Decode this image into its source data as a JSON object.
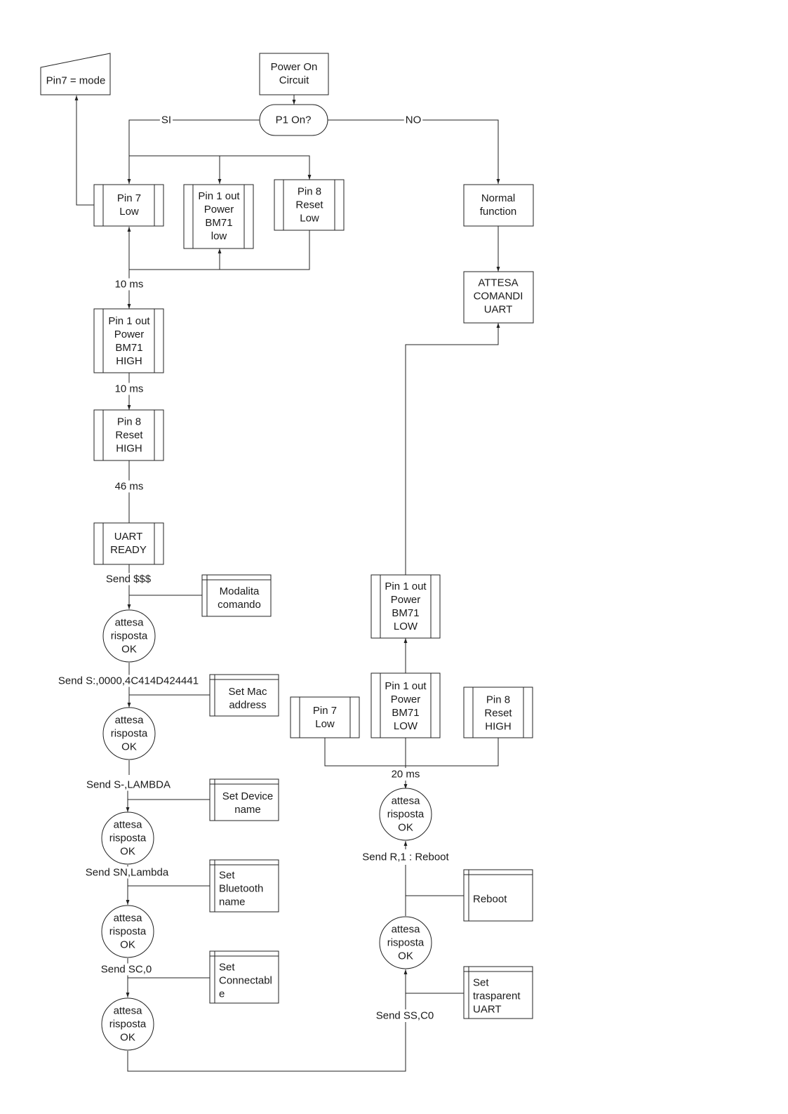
{
  "diagram": {
    "nodes": {
      "power_on": "Power On\nCircuit",
      "mode_io": "Pin7 = mode",
      "p1_on": "P1 On?",
      "pin7_low": "Pin 7\nLow",
      "pin1_out_low": "Pin 1 out\nPower\nBM71\nlow",
      "pin8_reset_low": "Pin 8\nReset\nLow",
      "normal_function": "Normal\nfunction",
      "attesa_comandi": "ATTESA\nCOMANDI\nUART",
      "pin1_out_high": "Pin 1 out\nPower\nBM71\nHIGH",
      "pin8_reset_high_left": "Pin 8\nReset\nHIGH",
      "uart_ready": "UART\nREADY",
      "modalita_comando": "Modalita\ncomando",
      "attesa_1": "attesa\nrisposta\nOK",
      "set_mac": "Set Mac\naddress",
      "attesa_2": "attesa\nrisposta\nOK",
      "set_device_name": "Set Device\nname",
      "attesa_3": "attesa\nrisposta\nOK",
      "set_bt_name": "Set\nBluetooth\nname",
      "attesa_4": "attesa\nrisposta\nOK",
      "set_connectable": "Set\nConnectabl\ne",
      "attesa_5": "attesa\nrisposta\nOK",
      "set_transparent": "Set\ntrasparent\nUART",
      "attesa_6": "attesa\nrisposta\nOK",
      "reboot": "Reboot",
      "attesa_7": "attesa\nrisposta\nOK",
      "pin7_low_right": "Pin 7\nLow",
      "pin1_out_low_right_a": "Pin 1 out\nPower\nBM71\nLOW",
      "pin8_reset_high_right": "Pin 8\nReset\nHIGH",
      "pin1_out_low_right_b": "Pin 1 out\nPower\nBM71\nLOW"
    },
    "edge_labels": {
      "si": "SI",
      "no": "NO",
      "delay_10ms_a": "10 ms",
      "delay_10ms_b": "10 ms",
      "delay_46ms": "46 ms",
      "send_dollar": "Send $$$",
      "send_mac": "Send S:,0000,4C414D424441",
      "send_name": "Send S-,LAMBDA",
      "send_sn": "Send SN,Lambda",
      "send_sc": "Send SC,0",
      "send_ss": "Send SS,C0",
      "send_reboot": "Send R,1 : Reboot",
      "delay_20ms": "20 ms"
    }
  }
}
